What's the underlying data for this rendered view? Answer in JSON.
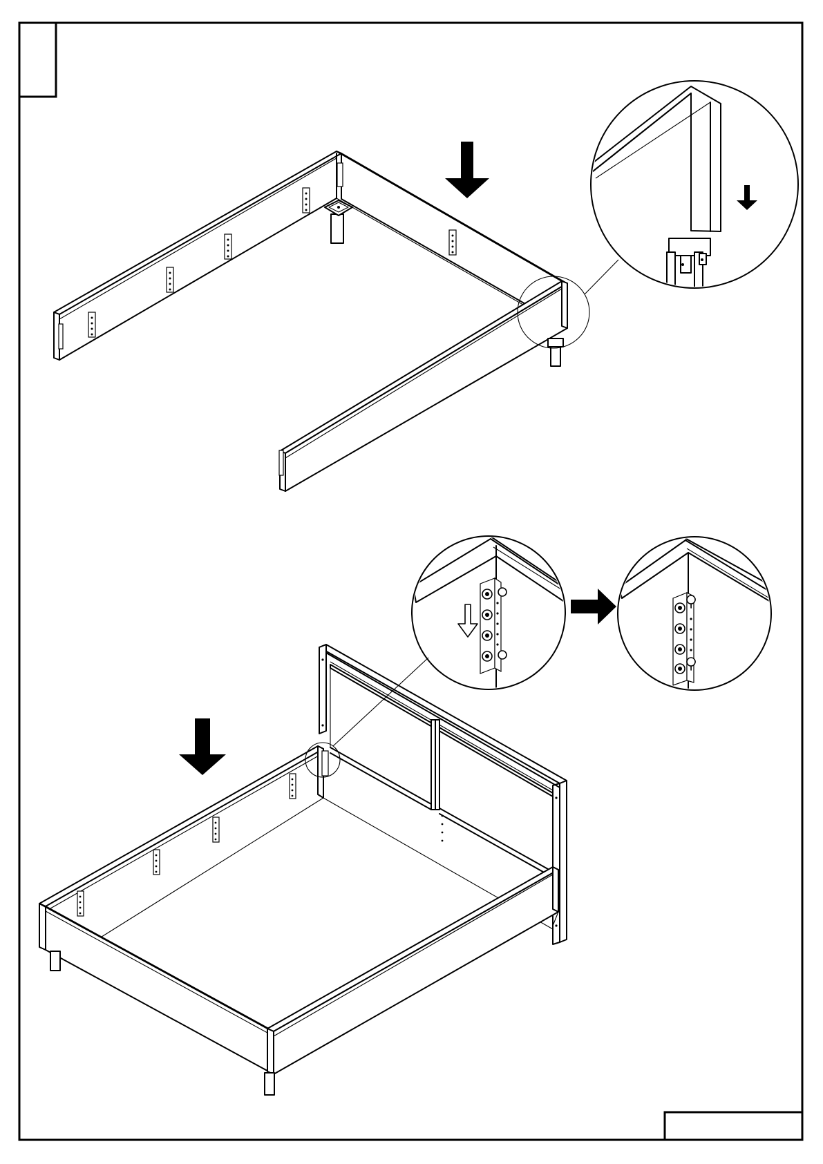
{
  "page": {
    "step_number": "",
    "page_footer_box_text": ""
  },
  "illustrations": {
    "top": {
      "assembly_arrow_icon": "arrow-down-solid",
      "detail_arrow_icon": "arrow-down-solid"
    },
    "middle_details": {
      "before_arrow_icon": "arrow-down-outline",
      "transition_arrow_icon": "arrow-right-solid",
      "bracket_holes": 4
    },
    "bottom": {
      "assembly_arrow_icon": "arrow-down-solid"
    }
  },
  "colors": {
    "ink": "#000000",
    "paper": "#ffffff"
  }
}
